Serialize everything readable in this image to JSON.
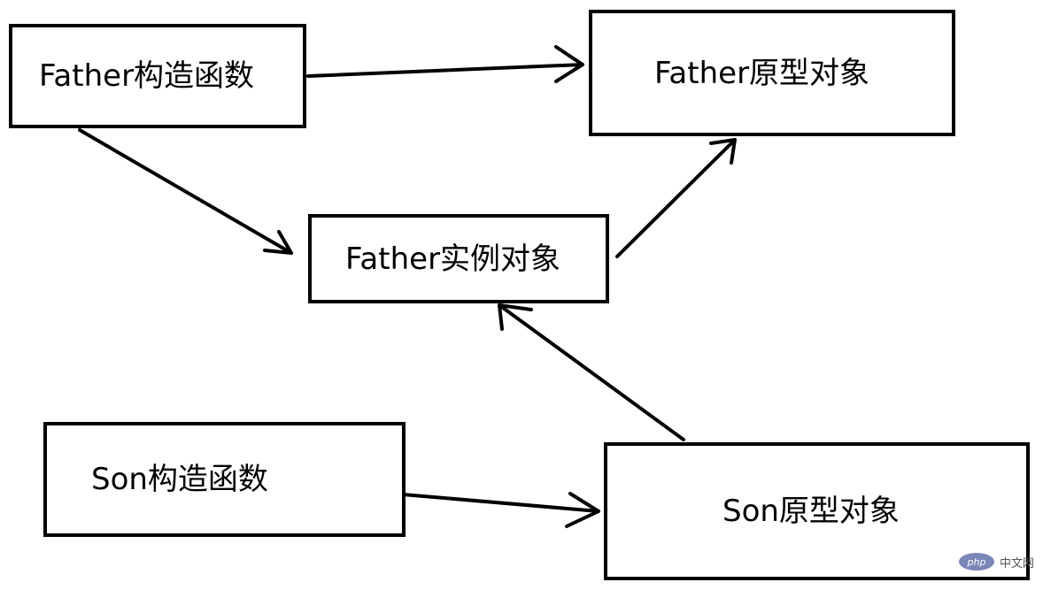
{
  "diagram": {
    "nodes": [
      {
        "id": "father_ctor",
        "label": "Father构造函数"
      },
      {
        "id": "father_proto",
        "label": "Father原型对象"
      },
      {
        "id": "father_inst",
        "label": "Father实例对象"
      },
      {
        "id": "son_ctor",
        "label": "Son构造函数"
      },
      {
        "id": "son_proto",
        "label": "Son原型对象"
      }
    ],
    "edges": [
      {
        "from": "father_ctor",
        "to": "father_proto"
      },
      {
        "from": "father_ctor",
        "to": "father_inst"
      },
      {
        "from": "father_inst",
        "to": "father_proto"
      },
      {
        "from": "son_proto",
        "to": "father_inst"
      },
      {
        "from": "son_ctor",
        "to": "son_proto"
      }
    ]
  },
  "watermark": {
    "logo_text": "php",
    "site_text": "中文网"
  },
  "colors": {
    "stroke": "#000000",
    "background": "#ffffff",
    "watermark_logo": "#7a86b8"
  }
}
